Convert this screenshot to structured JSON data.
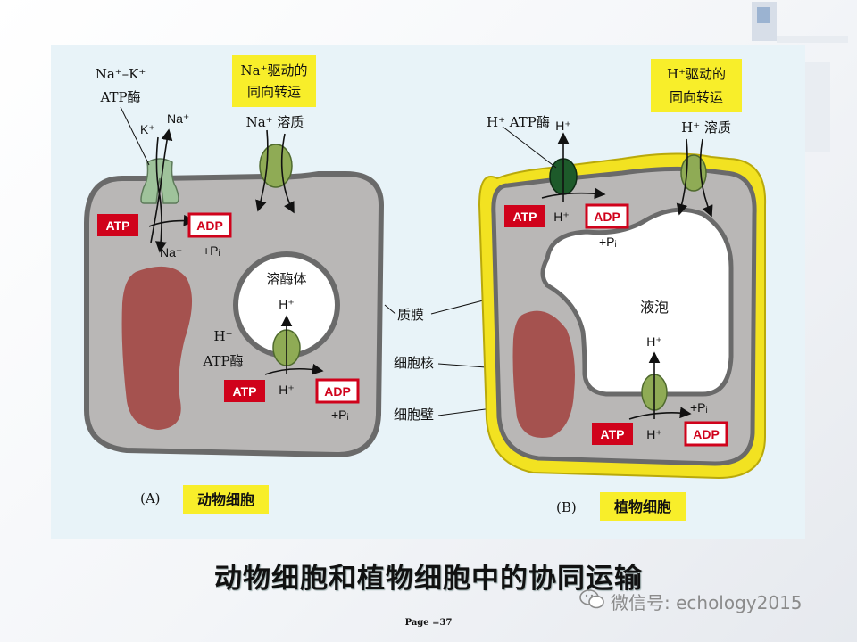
{
  "slide": {
    "caption": "动物细胞和植物细胞中的协同运输",
    "page_number": "Page =37",
    "watermark": "微信号: echology2015"
  },
  "panel_a": {
    "label": "(A)",
    "title": "动物细胞",
    "pump_label": "Na⁺–K⁺\nATP酶",
    "k_ion": "K⁺",
    "na_out": "Na⁺",
    "na_in": "Na⁺",
    "symporter_box": "Na⁺驱动的\n同向转运",
    "symporter_label": "Na⁺  溶质",
    "atp": "ATP",
    "adp": "ADP",
    "pi": "+Pᵢ",
    "lysosome_label": "溶酶体",
    "lysosome_h": "H⁺",
    "lysosome_pump": "H⁺\nATP酶",
    "lysosome_h_below": "H⁺",
    "atp2": "ATP",
    "adp2": "ADP",
    "pi2": "+Pᵢ"
  },
  "middle_labels": {
    "plasma_membrane": "质膜",
    "nucleus": "细胞核",
    "cell_wall": "细胞壁"
  },
  "panel_b": {
    "label": "(B)",
    "title": "植物细胞",
    "pump_label": "H⁺  ATP酶",
    "pump_h_out": "H⁺",
    "pump_h_in": "H⁺",
    "symporter_box": "H⁺驱动的\n同向转运",
    "symporter_label": "H⁺  溶质",
    "atp": "ATP",
    "adp": "ADP",
    "pi": "+Pᵢ",
    "vacuole_label": "液泡",
    "vacuole_h": "H⁺",
    "vacuole_h_below": "H⁺",
    "atp2": "ATP",
    "adp2": "ADP",
    "pi2": "+Pᵢ"
  },
  "colors": {
    "panel_bg": "#e8f3f8",
    "cytoplasm": "#b9b7b6",
    "membrane": "#6a6a6a",
    "nucleus": "#a5524f",
    "cell_wall": "#f2e221",
    "protein_green": "#8fab55",
    "pump_green": "#9fc39b",
    "pump_dark": "#1d5a2a",
    "atp_red": "#d0021b",
    "label_yellow": "#f8ee2a"
  }
}
